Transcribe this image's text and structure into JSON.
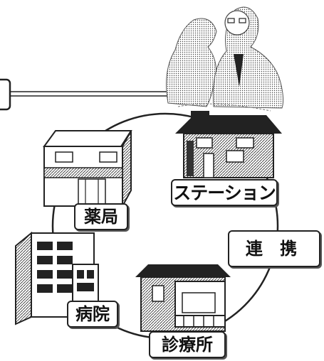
{
  "labels": {
    "station": "ステーション",
    "renkei": "連 携",
    "pharmacy": "薬局",
    "hospital": "病院",
    "clinic": "診療所"
  },
  "icons": [
    "people-sketch-icon",
    "station-house-icon",
    "pharmacy-building-icon",
    "hospital-building-icon",
    "clinic-house-icon"
  ]
}
